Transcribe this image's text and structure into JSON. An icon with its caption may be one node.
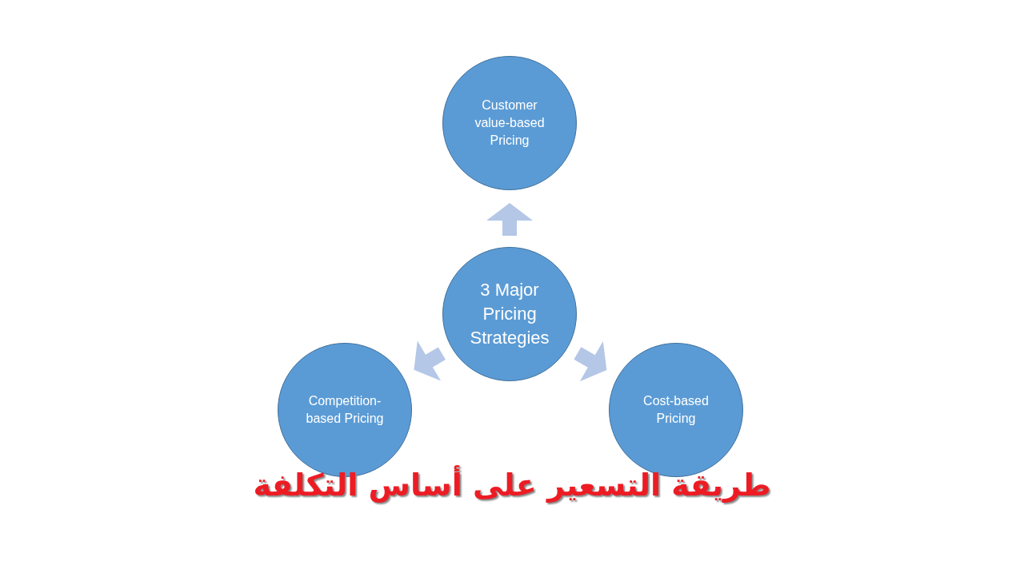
{
  "diagram": {
    "title": "طريقة التسعير على أساس التكلفة",
    "nodes": [
      {
        "text": [
          "3 Major Pricing Strategies"
        ]
      },
      {
        "text": [
          "Customer value-based Pricing"
        ]
      },
      {
        "text": [
          "Competition-based Pricing"
        ]
      },
      {
        "text": [
          "Cost-based Pricing"
        ]
      }
    ],
    "edges": [
      {
        "from": 0,
        "to": 1,
        "arrow": "to"
      },
      {
        "from": 0,
        "to": 2,
        "arrow": "to"
      },
      {
        "from": 0,
        "to": 3,
        "arrow": "to"
      }
    ]
  }
}
